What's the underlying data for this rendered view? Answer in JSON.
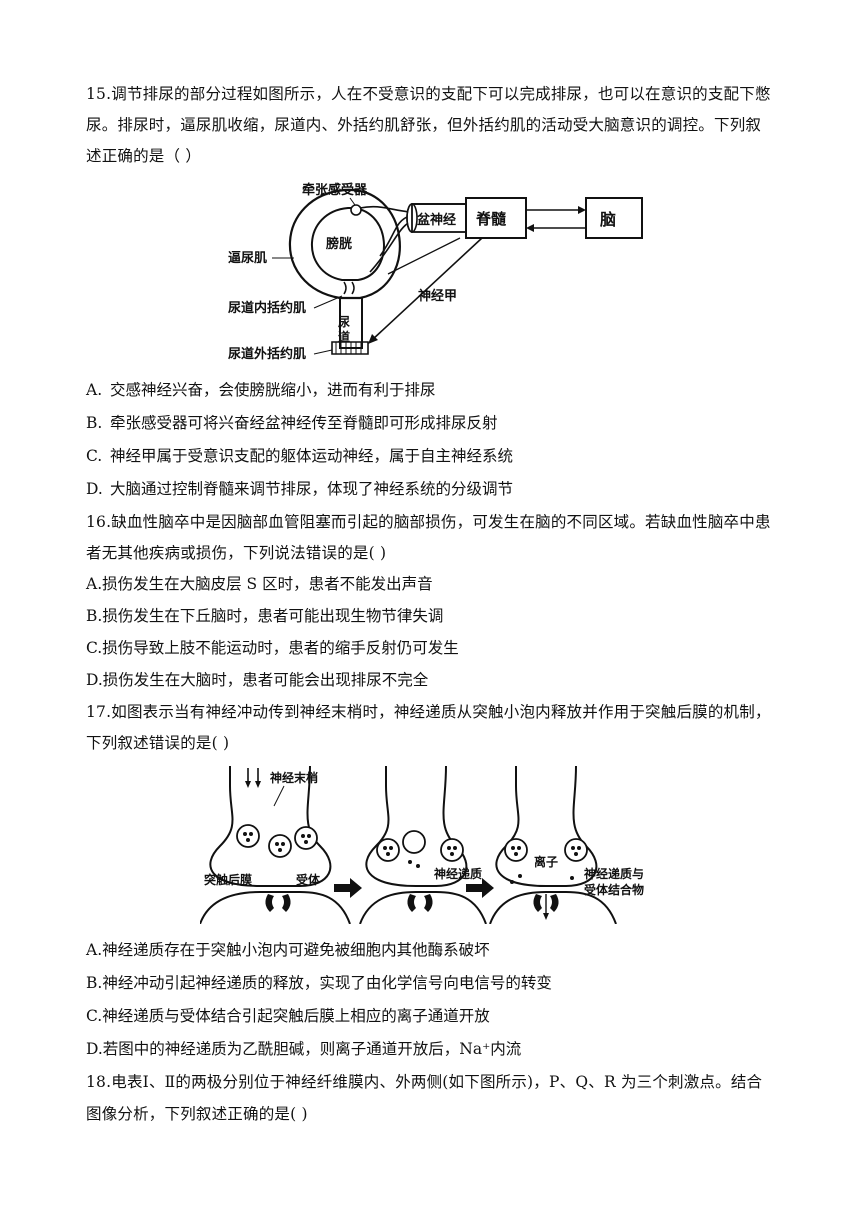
{
  "q15": {
    "stem": [
      "15.调节排尿的部分过程如图所示，人在不受意识的支配下可以完成排尿，也可以在意识的支配下憋",
      "尿。排尿时，逼尿肌收缩，尿道内、外括约肌舒张，但外括约肌的活动受大脑意识的调控。下列叙",
      "述正确的是（    ）"
    ],
    "figure_labels": {
      "stretch_receptor": "牵张感受器",
      "bladder": "膀胱",
      "detrusor": "逼尿肌",
      "internal_sphincter": "尿道内括约肌",
      "external_sphincter": "尿道外括约肌",
      "urethra_1": "尿",
      "urethra_2": "道",
      "pelvic_nerve": "盆神经",
      "spinal_cord": "脊髓",
      "brain": "脑",
      "nerve_a": "神经甲"
    },
    "options": [
      {
        "key": "A.",
        "text": "交感神经兴奋，会使膀胱缩小，进而有利于排尿"
      },
      {
        "key": "B.",
        "text": "牵张感受器可将兴奋经盆神经传至脊髓即可形成排尿反射"
      },
      {
        "key": "C.",
        "text": "神经甲属于受意识支配的躯体运动神经，属于自主神经系统"
      },
      {
        "key": "D.",
        "text": "大脑通过控制脊髓来调节排尿，体现了神经系统的分级调节"
      }
    ]
  },
  "q16": {
    "stem": [
      "16.缺血性脑卒中是因脑部血管阻塞而引起的脑部损伤，可发生在脑的不同区域。若缺血性脑卒中患",
      "者无其他疾病或损伤，下列说法错误的是(    )"
    ],
    "options": [
      "A.损伤发生在大脑皮层 S 区时，患者不能发出声音",
      "B.损伤发生在下丘脑时，患者可能出现生物节律失调",
      "C.损伤导致上肢不能运动时，患者的缩手反射仍可发生",
      "D.损伤发生在大脑时，患者可能会出现排尿不完全"
    ]
  },
  "q17": {
    "stem": [
      "17.如图表示当有神经冲动传到神经末梢时，神经递质从突触小泡内释放并作用于突触后膜的机制，",
      "下列叙述错误的是(    )"
    ],
    "figure_labels": {
      "terminal": "神经末梢",
      "postsynaptic": "突触后膜",
      "receptor": "受体",
      "transmitter": "神经递质",
      "ion": "离子",
      "complex_1": "神经递质与",
      "complex_2": "受体结合物"
    },
    "options": [
      "A.神经递质存在于突触小泡内可避免被细胞内其他酶系破坏",
      "B.神经冲动引起神经递质的释放，实现了由化学信号向电信号的转变",
      "C.神经递质与受体结合引起突触后膜上相应的离子通道开放",
      "D.若图中的神经递质为乙酰胆碱，则离子通道开放后，Na⁺内流"
    ]
  },
  "q18": {
    "stem": [
      "18.电表Ⅰ、Ⅱ的两极分别位于神经纤维膜内、外两侧(如下图所示)，P、Q、R 为三个刺激点。结合",
      "图像分析，下列叙述正确的是(    )"
    ]
  }
}
